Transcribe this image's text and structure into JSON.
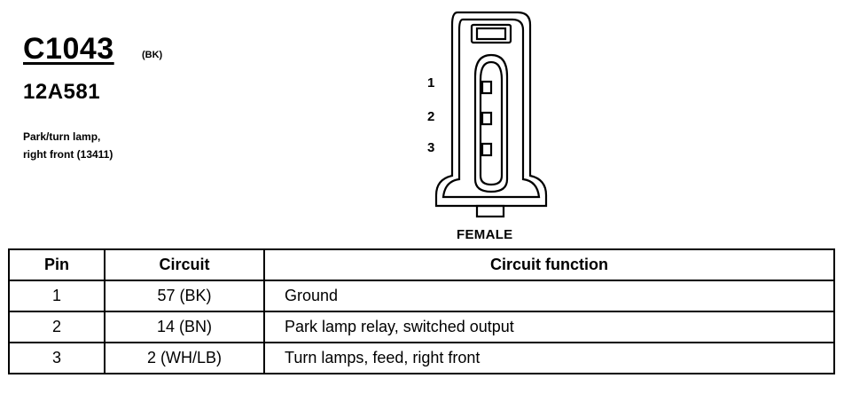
{
  "connector": {
    "id": "C1043",
    "color_code": "(BK)",
    "part_number": "12A581",
    "description_line1": "Park/turn lamp,",
    "description_line2": "right front (13411)",
    "gender": "FEMALE",
    "pin_labels": [
      "1",
      "2",
      "3"
    ]
  },
  "table": {
    "headers": [
      "Pin",
      "Circuit",
      "Circuit function"
    ],
    "rows": [
      {
        "pin": "1",
        "circuit": "57 (BK)",
        "function": "Ground"
      },
      {
        "pin": "2",
        "circuit": "14 (BN)",
        "function": "Park lamp relay, switched output"
      },
      {
        "pin": "3",
        "circuit": "2 (WH/LB)",
        "function": "Turn lamps, feed, right front"
      }
    ]
  }
}
